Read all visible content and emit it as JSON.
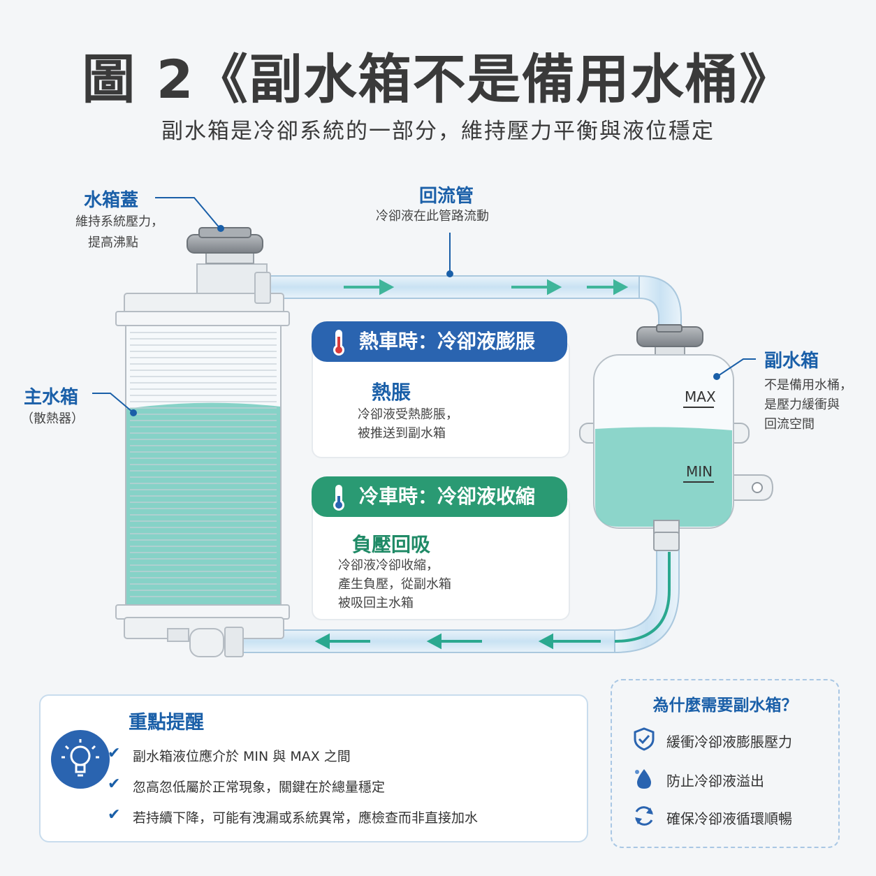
{
  "title": "圖 2《副水箱不是備用水桶》",
  "subtitle": "副水箱是冷卻系統的一部分，維持壓力平衡與液位穩定",
  "labels": {
    "cap": {
      "title": "水箱蓋",
      "desc1": "維持系統壓力，",
      "desc2": "提高沸點"
    },
    "pipe": {
      "title": "回流管",
      "desc": "冷卻液在此管路流動"
    },
    "main": {
      "title": "主水箱",
      "desc": "（散熱器）"
    },
    "reservoir": {
      "title": "副水箱",
      "desc1": "不是備用水桶，",
      "desc2": "是壓力緩衝與",
      "desc3": "回流空間"
    },
    "max": "MAX",
    "min": "MIN"
  },
  "hot": {
    "banner": "熱車時：冷卻液膨脹",
    "heading": "熱脹",
    "line1": "冷卻液受熱膨脹，",
    "line2": "被推送到副水箱"
  },
  "cold": {
    "banner": "冷車時：冷卻液收縮",
    "heading": "負壓回吸",
    "line1": "冷卻液冷卻收縮，",
    "line2": "產生負壓，從副水箱",
    "line3": "被吸回主水箱"
  },
  "tips": {
    "title": "重點提醒",
    "items": [
      "副水箱液位應介於 MIN 與 MAX 之間",
      "忽高忽低屬於正常現象，關鍵在於總量穩定",
      "若持續下降，可能有洩漏或系統異常，應檢查而非直接加水"
    ]
  },
  "why": {
    "title": "為什麼需要副水箱？",
    "items": [
      "緩衝冷卻液膨脹壓力",
      "防止冷卻液溢出",
      "確保冷卻液循環順暢"
    ]
  },
  "colors": {
    "accent_blue": "#1a5fa8",
    "accent_green": "#1f9a74",
    "coolant": "#7fd0c4",
    "banner_blue": "#2a64b0",
    "banner_green": "#2a9a73"
  },
  "icons": [
    "thermometer-hot-icon",
    "thermometer-cold-icon",
    "lightbulb-icon",
    "shield-check-icon",
    "droplet-icon",
    "refresh-icon",
    "check-icon"
  ]
}
